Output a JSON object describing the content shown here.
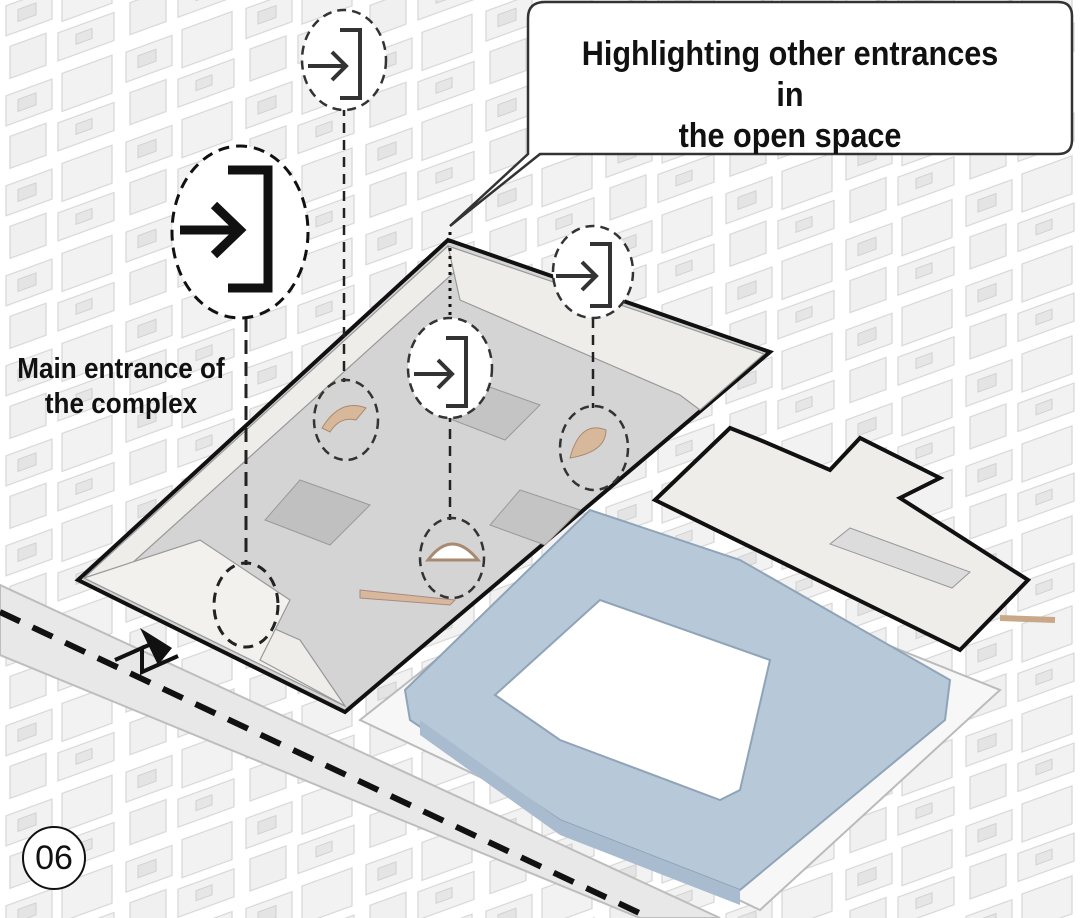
{
  "callout": {
    "line1": "Highlighting other entrances in",
    "line2": "the open space"
  },
  "main_entrance": {
    "line1": "Main entrance of",
    "line2": "the complex"
  },
  "figure_number": "06",
  "icons": {
    "entrance": "enter-door-icon",
    "arch": "arch-opening-icon",
    "direction": "arrow-up-icon"
  },
  "colors": {
    "context_buildings": "#f3f3f3",
    "complex_floor": "#d2d2d2",
    "highlight_building": "#b8c9d8",
    "arch_fill": "#d8b89a",
    "outline": "#111111"
  }
}
